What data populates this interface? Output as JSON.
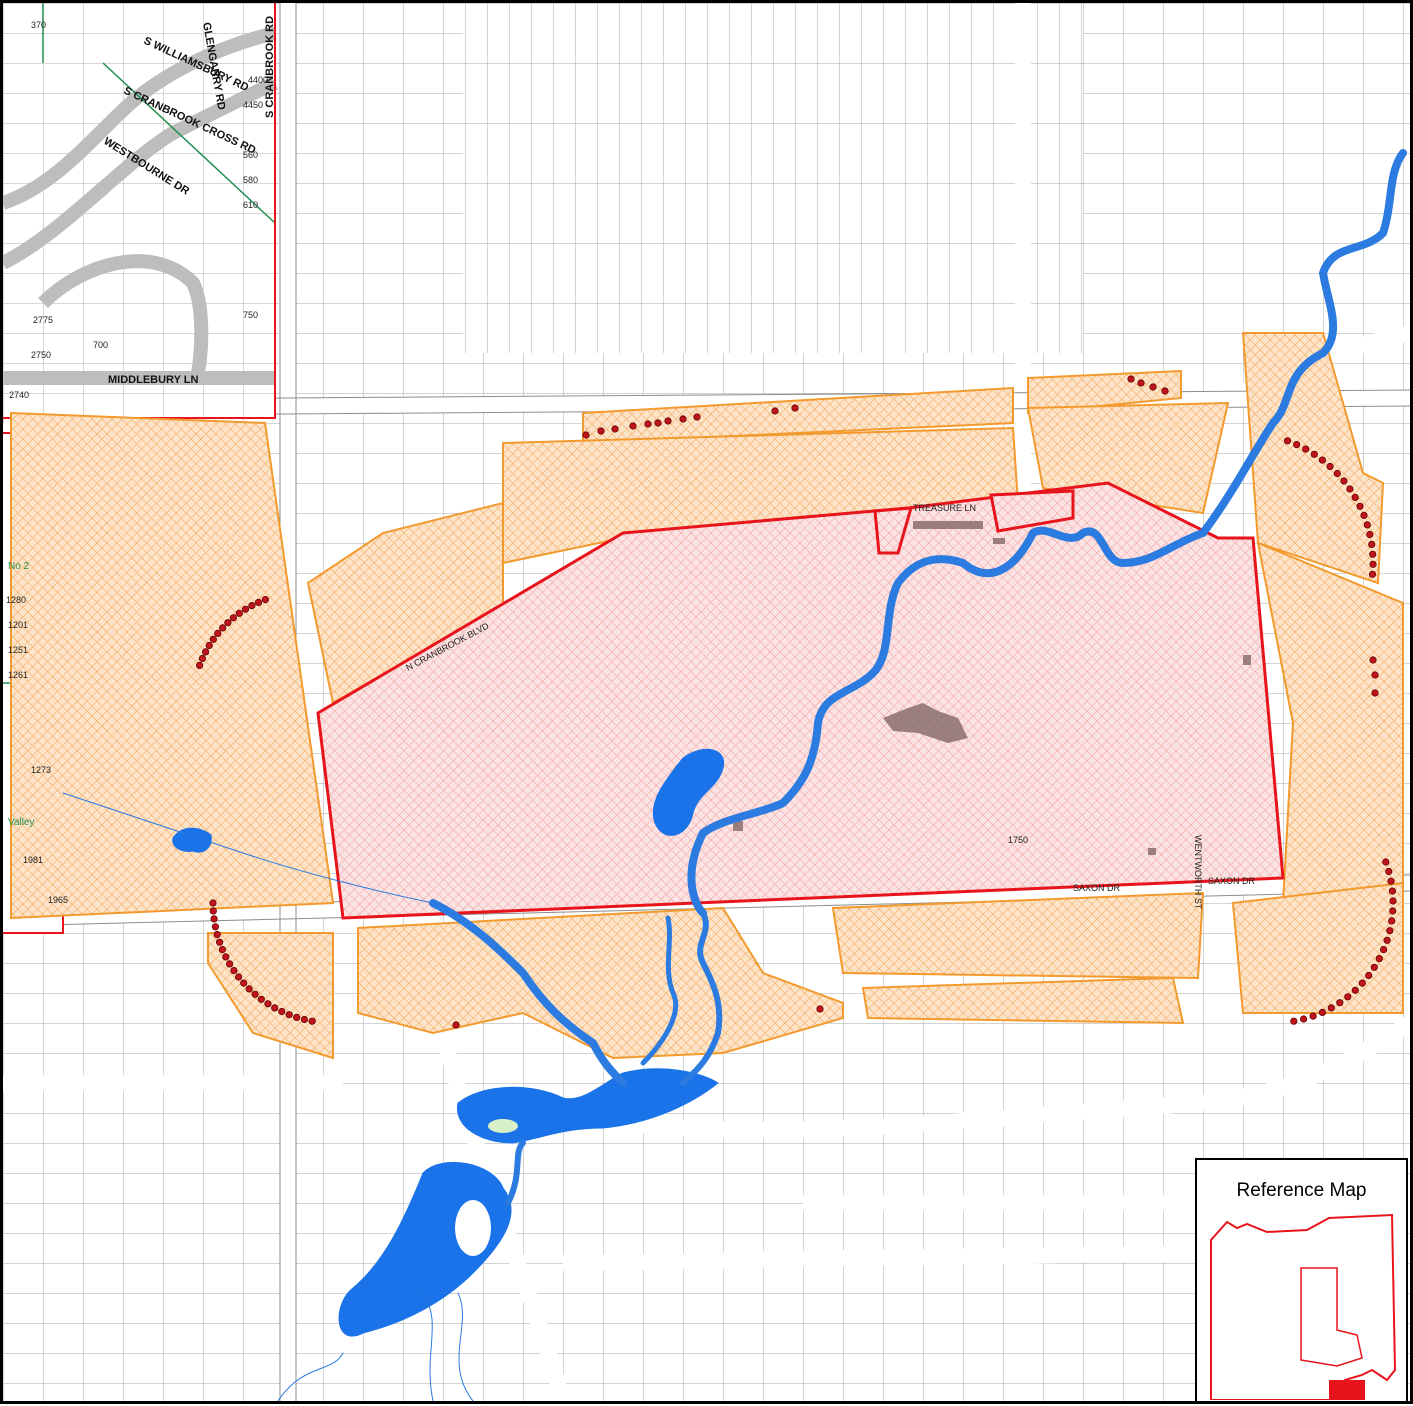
{
  "colors": {
    "parcel_line": "#9a9a9a",
    "road": "#ffffff",
    "road_edge": "#8c8c8c",
    "study_area_outline": "#e8141c",
    "study_area_fill": "#f7d3d3",
    "notification_area_fill": "#fbe0c2",
    "notification_area_outline": "#f39a2e",
    "water": "#1a73e8",
    "stream": "#2b7be0",
    "tree_marker": "#c0141c",
    "building": "#8a6e6e",
    "subdivision_line": "#1f8f4f"
  },
  "streets": {
    "williamsburg": "S WILLIAMSBURY RD",
    "cranbrook_cross": "S CRANBROOK CROSS RD",
    "westbourne": "WESTBOURNE DR",
    "cranbrook": "S CRANBROOK RD",
    "middlebury": "MIDDLEBURY LN",
    "glengarry": "GLENGARRY RD",
    "saxon_west": "SAXON DR",
    "saxon_east": "SAXON DR",
    "wentworth": "WENTWORTH ST",
    "north_blvd": "N CRANBROOK BLVD",
    "lake": "TREASURE LN"
  },
  "addresses": [
    "370",
    "4400",
    "4450",
    "560",
    "580",
    "610",
    "2775",
    "2750",
    "2740",
    "700",
    "750",
    "1280",
    "1273",
    "1201",
    "1251",
    "1261",
    "1981",
    "1965",
    "1750"
  ],
  "subdivision_labels": [
    "No 2",
    "Valley"
  ],
  "legend": {
    "title": "Reference Map"
  }
}
